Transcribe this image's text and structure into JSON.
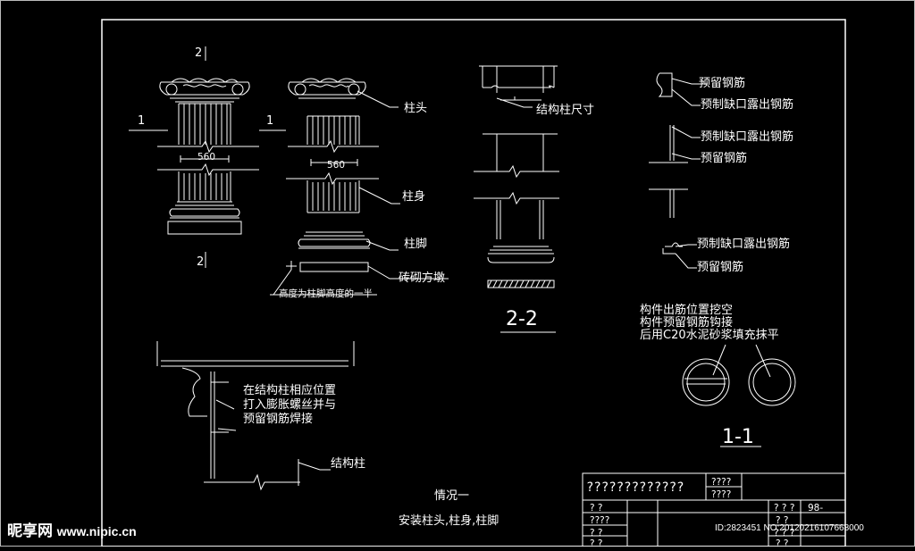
{
  "section_marks": {
    "top": "2",
    "bottom": "2",
    "left": "1",
    "right": "1"
  },
  "dimensions": {
    "left": "560",
    "center": "560"
  },
  "callouts": {
    "capital": "柱头",
    "shaft": "柱身",
    "base": "柱脚",
    "brick_pier": "砖砌方墩",
    "height_note": "高度为柱脚高度的一半",
    "structural_size": "结构柱尺寸"
  },
  "rebar_notes": {
    "n1": "预留钢筋",
    "n2": "预制缺口露出钢筋",
    "n3": "预制缺口露出钢筋",
    "n4": "预留钢筋",
    "n5": "预制缺口露出钢筋",
    "n6": "预留钢筋"
  },
  "section_title_22": "2-2",
  "construction_note": {
    "line1": "构件出筋位置挖空",
    "line2": "构件预留钢筋钩接",
    "line3": "后用C20水泥砂浆填充抹平"
  },
  "section_title_11": "1-1",
  "detail_note": {
    "line1": "在结构柱相应位置",
    "line2": "打入膨胀螺丝并与",
    "line3": "预留钢筋焊接",
    "structural_column": "结构柱"
  },
  "case_title": "情况一",
  "case_subtitle": "安装柱头,柱身,柱脚",
  "title_block": {
    "main": "?????????????",
    "r1a": "????",
    "r1b": "????",
    "c1": "?  ?",
    "c2": "????",
    "c3": "?  ?",
    "c4": "?  ?",
    "c5": "? ? ?",
    "c6": "98-",
    "c7": "?  ?",
    "c8": "? ? ?",
    "c9": "?  ?"
  },
  "watermark": {
    "brand": "昵享网",
    "url": "www.nipic.cn",
    "id": "ID:2823451 NO:20120216107668000"
  }
}
